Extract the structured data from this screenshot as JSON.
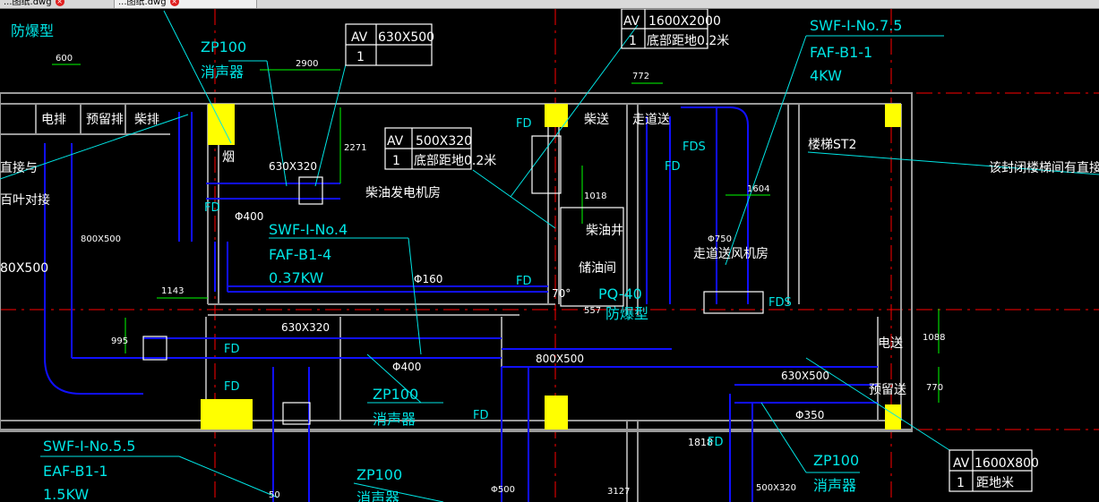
{
  "tabs": [
    {
      "label": "...图纸.dwg"
    },
    {
      "label": "...图纸.dwg"
    }
  ],
  "labels": {
    "explosion_proof_top": "防爆型",
    "zp100_a": "ZP100",
    "muffler_a": "消声器",
    "av_630_h": "AV",
    "av_630_v": "630X500",
    "av_630_n": "1",
    "av_1600_h": "AV",
    "av_1600_v": "1600X2000",
    "av_1600_n": "1",
    "av_1600_t": "底部距地0.2米",
    "swf_75": "SWF-I-No.7.5",
    "faf_b1_1": "FAF-B1-1",
    "kw_4": "4KW",
    "dim_600": "600",
    "dim_2900": "2900",
    "dim_772": "772",
    "dim_2271": "2271",
    "elec_exhaust": "电排",
    "reserve_exhaust": "预留排",
    "diesel_exhaust": "柴排",
    "chimney": "烟",
    "diesel_supply": "柴送",
    "corridor_supply": "走道送",
    "fds_1": "FDS",
    "fd_1": "FD",
    "av_500_h": "AV",
    "av_500_v": "500X320",
    "av_500_n": "1",
    "av_500_t": "底部距地0.2米",
    "stair_st2": "楼梯ST2",
    "stair_note": "该封闭楼梯间有直接通向",
    "direct_to": "直接与",
    "louver": "百叶对接",
    "dim_630x320_a": "630X320",
    "fd_2": "FD",
    "phi400_a": "Φ400",
    "diesel_room": "柴油发电机房",
    "fd_3": "FD",
    "dim_1018": "1018",
    "swf_4": "SWF-I-No.4",
    "faf_b1_4": "FAF-B1-4",
    "kw_037": "0.37KW",
    "phi160": "Φ160",
    "diesel_well": "柴油井",
    "oil_storage": "储油间",
    "corridor_fan_room": "走道送风机房",
    "dim_1604": "1604",
    "dim_750": "Φ750",
    "dim_800x500_v": "800X500",
    "dim_80x500": "80X500",
    "dim_1143": "1143",
    "fd_4": "FD",
    "fire_damper_70": "70°",
    "pq40": "PQ-40",
    "explosion_proof_2": "防爆型",
    "dim_557": "557",
    "fds_2": "FDS",
    "dim_995": "995",
    "dim_630x320_b": "630X320",
    "fd_5": "FD",
    "phi400_b": "Φ400",
    "dim_800x500_h": "800X500",
    "fd_6": "FD",
    "elec_supply": "电送",
    "reserve_supply": "预留送",
    "dim_1088": "1088",
    "dim_770": "770",
    "dim_630x500_b": "630X500",
    "phi350": "Φ350",
    "zp100_b": "ZP100",
    "muffler_b": "消声器",
    "fd_7": "FD",
    "swf_55": "SWF-I-No.5.5",
    "eaf_b1_1": "EAF-B1-1",
    "kw_15": "1.5KW",
    "zp100_c": "ZP100",
    "muffler_c": "消声器",
    "fd_8": "FD",
    "zp100_d": "ZP100",
    "muffler_d": "消声器",
    "av_1600b_h": "AV",
    "av_1600b_v": "1600X800",
    "av_1600b_n": "1",
    "av_1600b_t": "距地米",
    "dim_1818": "1818",
    "dim_3127": "3127",
    "dim_500x320": "500X320",
    "dim_phi500": "Φ500",
    "dim_50": "50"
  },
  "colors": {
    "background": "#000000",
    "wall": "#ff0000",
    "duct_blue": "#1010ff",
    "cyan": "#00e5e5",
    "white": "#ffffff",
    "yellow": "#ffff00",
    "green": "#00ff00",
    "grey": "#9a9a9a"
  }
}
